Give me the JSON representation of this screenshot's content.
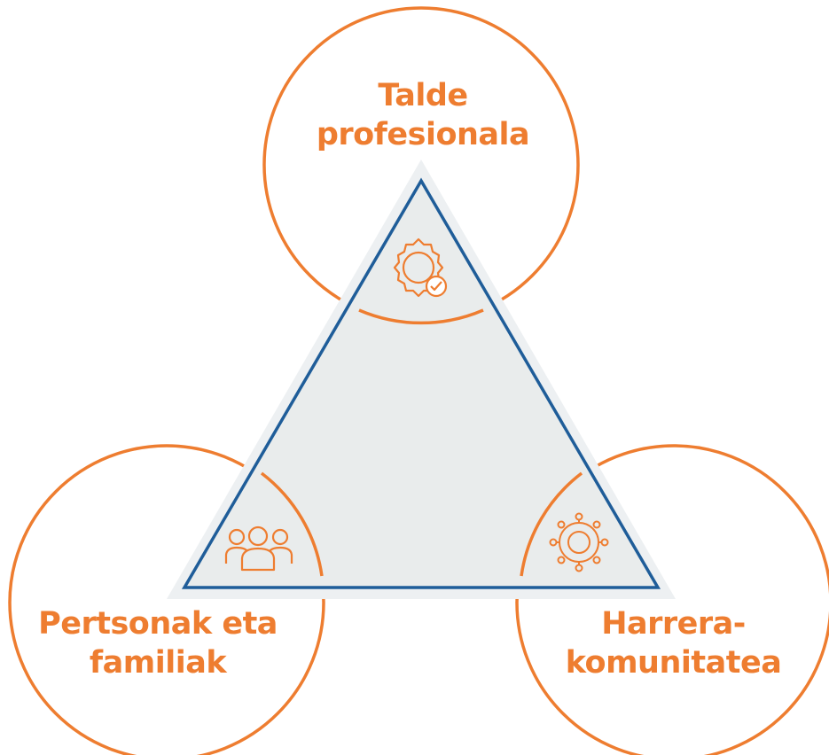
{
  "colors": {
    "accent": "#ee7d30",
    "outline": "#1f5d99",
    "triangle_fill": "#e9ecec",
    "triangle_halo": "#edf0f2"
  },
  "nodes": {
    "top": {
      "line1": "Talde",
      "line2": "profesionala",
      "icon": "gear-check-icon"
    },
    "left": {
      "line1": "Pertsonak eta",
      "line2": "familiak",
      "icon": "people-group-icon"
    },
    "right": {
      "line1": "Harrera-",
      "line2": "komunitatea",
      "icon": "community-network-icon"
    }
  }
}
